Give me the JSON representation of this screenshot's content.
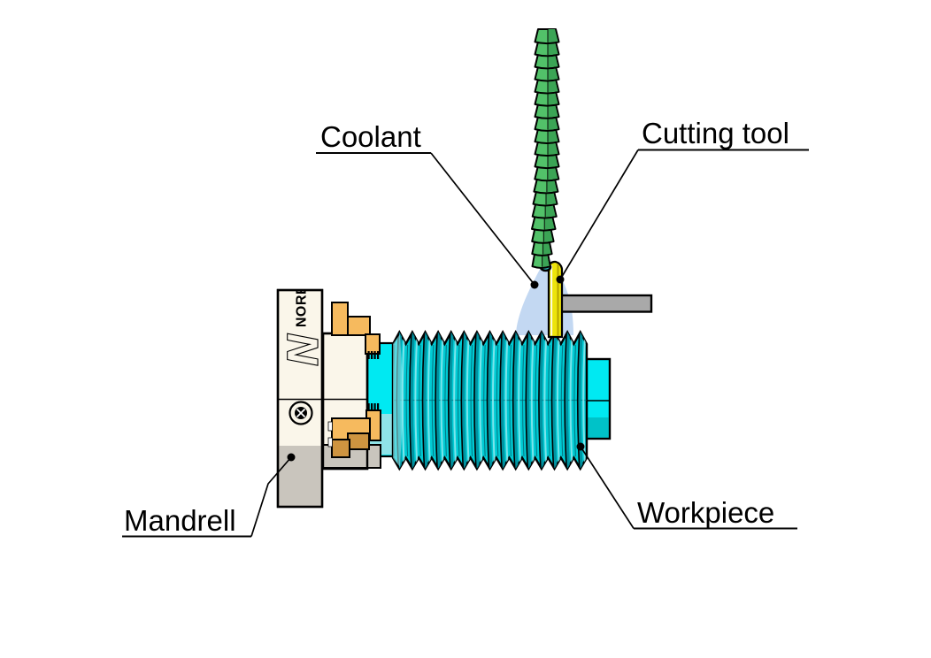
{
  "figure": {
    "labels": {
      "coolant": "Coolant",
      "cutting_tool": "Cutting tool",
      "mandrell": "Mandrell",
      "workpiece": "Workpiece"
    },
    "chuck": {
      "brand_text": "NORE",
      "logo_letter": "N"
    },
    "colors": {
      "background": "#FFFFFF",
      "outline": "#000000",
      "chip_green": "#52C169",
      "chip_green_dark": "#3BA455",
      "thread_cyan": "#00CBD4",
      "thread_dark": "#008E9C",
      "thread_root": "#045A66",
      "thread_highlight": "#8FE9EE",
      "shaft_bright": "#00E9F2",
      "shaft_light": "#8FE3E8",
      "ext_dark": "#00C2C8",
      "tool_yellow": "#EDE40A",
      "tool_stripe_dark": "#B8A800",
      "holder_gray": "#A9A9A9",
      "coolant_blue": "#C3D8F2",
      "chuck_cream": "#FAF6EA",
      "chuck_gray": "#C9C5BD",
      "jaw_orange": "#F6BA5E",
      "jaw_orange_dark": "#CE9440",
      "chip_tip_teal": "#2FB9B9"
    }
  }
}
